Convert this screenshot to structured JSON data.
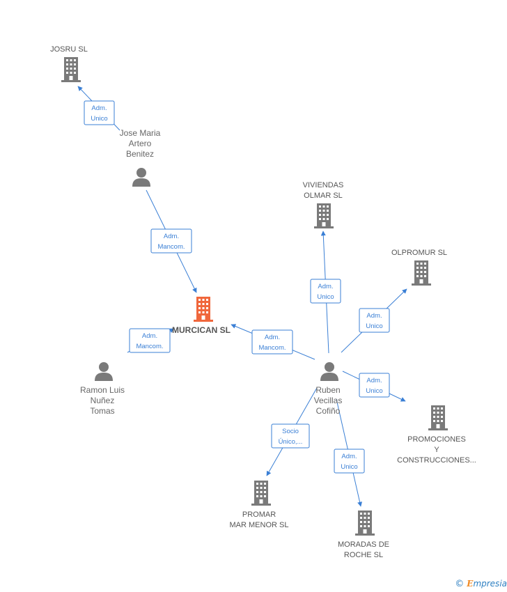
{
  "colors": {
    "edge": "#3a7fd5",
    "company": "#7a7a7a",
    "center_company": "#f0673c",
    "person": "#7a7a7a"
  },
  "nodes": [
    {
      "id": "murcican",
      "type": "company",
      "center": true,
      "label": [
        "MURCICAN  SL"
      ]
    },
    {
      "id": "josru",
      "type": "company",
      "label": [
        "JOSRU  SL"
      ]
    },
    {
      "id": "jose",
      "type": "person",
      "label": [
        "Jose Maria",
        "Artero",
        "Benitez"
      ]
    },
    {
      "id": "viviendas",
      "type": "company",
      "label": [
        "VIVIENDAS",
        "OLMAR SL"
      ]
    },
    {
      "id": "olpromur",
      "type": "company",
      "label": [
        "OLPROMUR SL"
      ]
    },
    {
      "id": "ramon",
      "type": "person",
      "label": [
        "Ramon Luis",
        "Nuñez",
        "Tomas"
      ]
    },
    {
      "id": "ruben",
      "type": "person",
      "label": [
        "Ruben",
        "Vecillas",
        "Cofiño"
      ]
    },
    {
      "id": "promociones",
      "type": "company",
      "label": [
        "PROMOCIONES",
        "Y",
        "CONSTRUCCIONES..."
      ]
    },
    {
      "id": "promar",
      "type": "company",
      "label": [
        "PROMAR",
        "MAR MENOR SL"
      ]
    },
    {
      "id": "moradas",
      "type": "company",
      "label": [
        "MORADAS DE",
        "ROCHE SL"
      ]
    }
  ],
  "edges": [
    {
      "from": "jose",
      "to": "josru",
      "label": [
        "Adm.",
        "Unico"
      ]
    },
    {
      "from": "jose",
      "to": "murcican",
      "label": [
        "Adm.",
        "Mancom."
      ]
    },
    {
      "from": "ramon",
      "to": "murcican",
      "label": [
        "Adm.",
        "Mancom."
      ]
    },
    {
      "from": "ruben",
      "to": "murcican",
      "label": [
        "Adm.",
        "Mancom."
      ]
    },
    {
      "from": "ruben",
      "to": "viviendas",
      "label": [
        "Adm.",
        "Unico"
      ]
    },
    {
      "from": "ruben",
      "to": "olpromur",
      "label": [
        "Adm.",
        "Unico"
      ]
    },
    {
      "from": "ruben",
      "to": "promociones",
      "label": [
        "Adm.",
        "Unico"
      ]
    },
    {
      "from": "ruben",
      "to": "promar",
      "label": [
        "Socio",
        "Único,..."
      ]
    },
    {
      "from": "ruben",
      "to": "moradas",
      "label": [
        "Adm.",
        "Unico"
      ]
    }
  ],
  "footer": {
    "copyright": "©",
    "brand_initial": "E",
    "brand_rest": "mpresia"
  }
}
